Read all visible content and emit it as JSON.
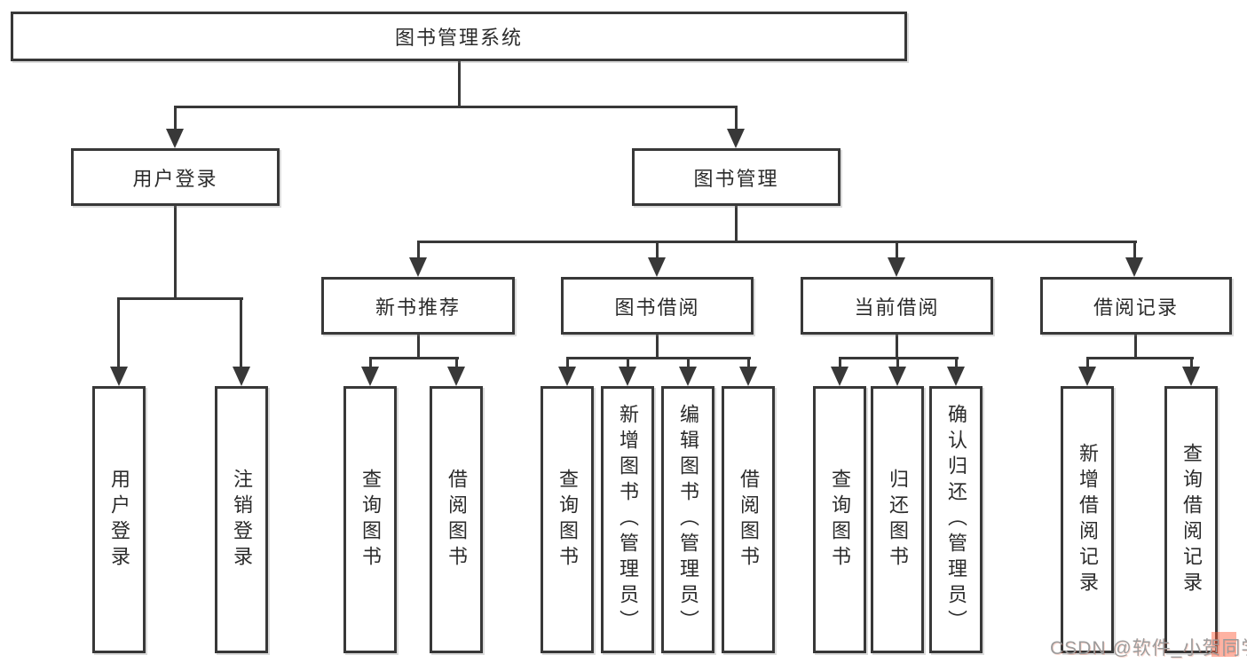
{
  "colors": {
    "line": "#383838",
    "text": "#2b2b2b",
    "box_bg": "#ffffff",
    "watermark_gray": "#9c9c9c",
    "watermark_red": "#fc5531"
  },
  "diagram": {
    "root": {
      "label": "图书管理系统"
    },
    "level2": [
      {
        "label": "用户登录"
      },
      {
        "label": "图书管理"
      }
    ],
    "level3": [
      {
        "label": "新书推荐"
      },
      {
        "label": "图书借阅"
      },
      {
        "label": "当前借阅"
      },
      {
        "label": "借阅记录"
      }
    ],
    "leaves": {
      "user_login": [
        {
          "label": "用户登录"
        },
        {
          "label": "注销登录"
        }
      ],
      "new_books": [
        {
          "label": "查询图书"
        },
        {
          "label": "借阅图书"
        }
      ],
      "book_borrow": [
        {
          "label": "查询图书"
        },
        {
          "label": "新增图书（管理员）"
        },
        {
          "label": "编辑图书（管理员）"
        },
        {
          "label": "借阅图书"
        }
      ],
      "current_borrow": [
        {
          "label": "查询图书"
        },
        {
          "label": "归还图书"
        },
        {
          "label": "确认归还（管理员）"
        }
      ],
      "borrow_records": [
        {
          "label": "新增借阅记录"
        },
        {
          "label": "查询借阅记录"
        }
      ]
    }
  },
  "watermark": {
    "text": "CSDN @软件_小贺同学"
  }
}
